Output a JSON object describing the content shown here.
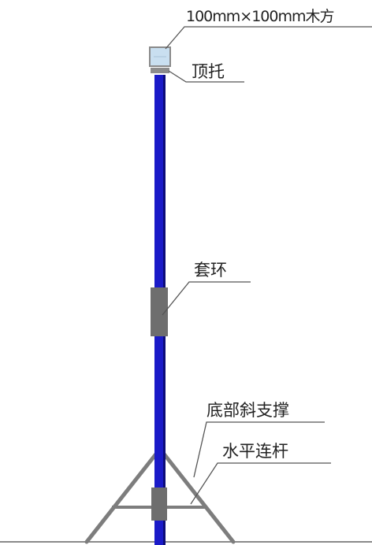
{
  "diagram": {
    "labels": {
      "wood_block": "100mm×100mm木方",
      "top_support": "顶托",
      "sleeve_ring": "套环",
      "bottom_brace": "底部斜支撑",
      "horizontal_bar": "水平连杆"
    },
    "colors": {
      "pole": "#1a1ac8",
      "pole_edge": "#0c0c7a",
      "frame": "#7d7d7d",
      "leader": "#555555",
      "ground": "#8a8a8a",
      "sleeve": "#6e6e6e",
      "wood": "#c9dff0",
      "text": "#222222"
    }
  }
}
